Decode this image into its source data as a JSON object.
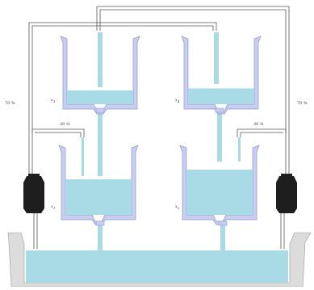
{
  "diagram": {
    "valve_labels": {
      "left_outer": "70 %",
      "left_inner": "30 %",
      "right_inner": "30 %",
      "right_outer": "70 %"
    },
    "tank_labels": {
      "tank_3": "x",
      "tank_3_sub": "3",
      "tank_4": "x",
      "tank_4_sub": "4",
      "tank_1": "x",
      "tank_1_sub": "1",
      "tank_2": "x",
      "tank_2_sub": "2"
    },
    "colors": {
      "water": "#a8dbe6",
      "tank_wall": "#c9cdee",
      "tank_wall_edge": "#8f96d6",
      "pipe_line": "#555555",
      "pump": "#1e1e1e",
      "basin_wall": "#dcdcdc",
      "basin_edge": "#9a9a9a"
    },
    "tank_levels": {
      "tank_3": 0.22,
      "tank_4": 0.25,
      "tank_1": 0.55,
      "tank_2": 0.7
    }
  }
}
